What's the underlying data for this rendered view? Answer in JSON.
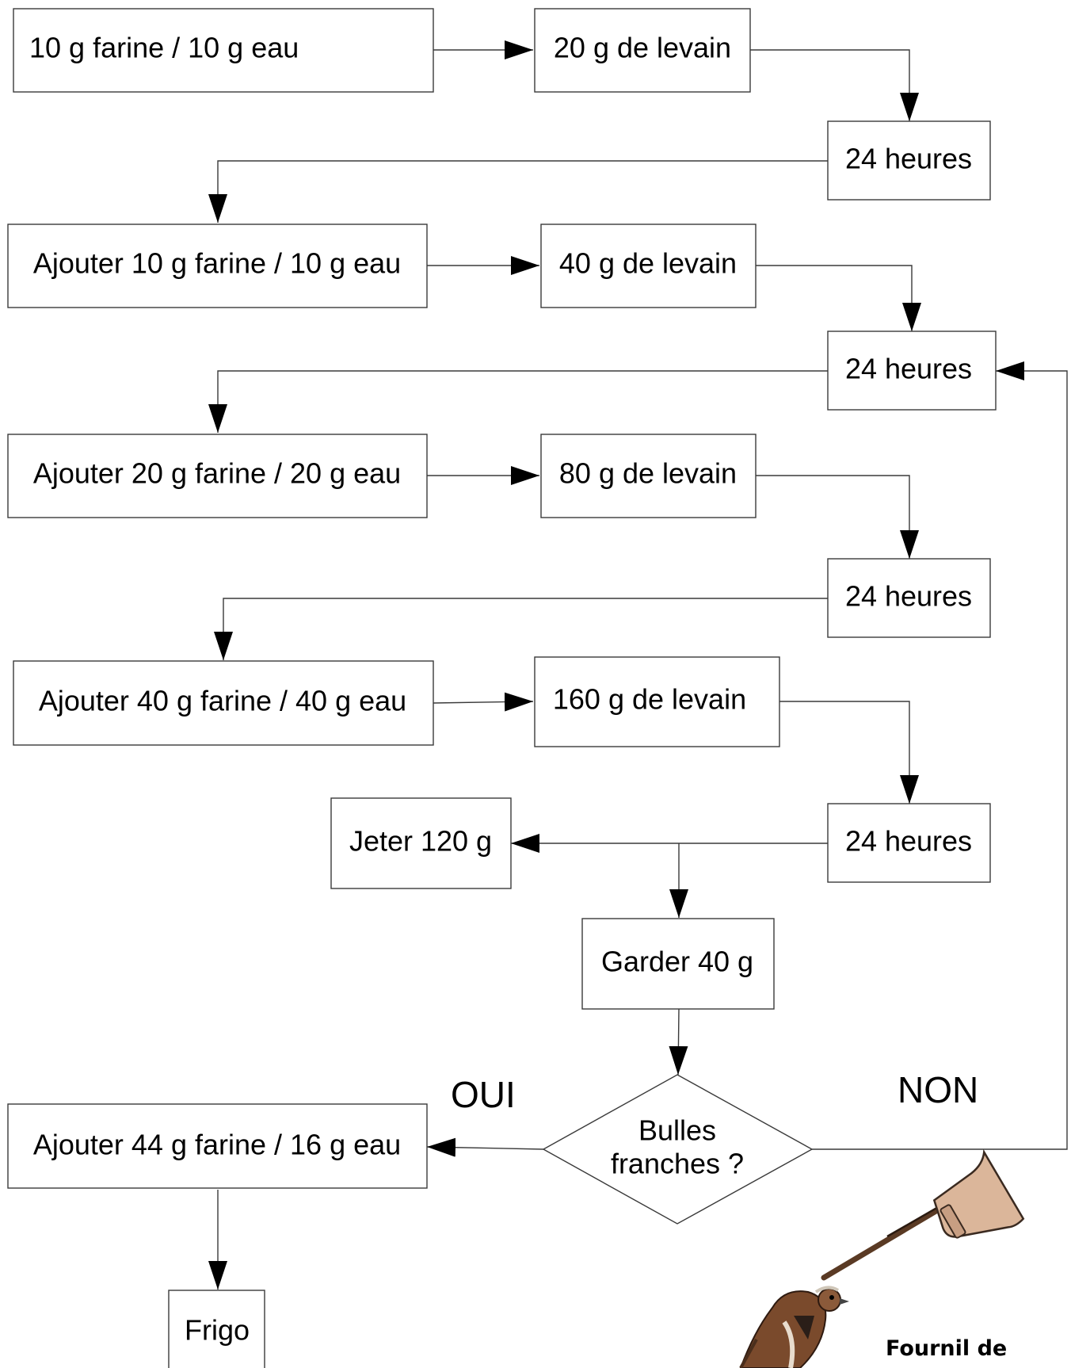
{
  "diagram": {
    "nodes": {
      "start": "10 g farine / 10 g eau",
      "levain20": "20 g de levain",
      "wait1": "24 heures",
      "add10": "Ajouter 10 g farine / 10 g eau",
      "levain40": "40 g de levain",
      "wait2": "24 heures",
      "add20": "Ajouter 20 g farine / 20 g eau",
      "levain80": "80 g de levain",
      "wait3": "24 heures",
      "add40": "Ajouter 40 g farine / 40 g eau",
      "levain160": "160 g de levain",
      "wait4": "24 heures",
      "discard": "Jeter 120 g",
      "keep": "Garder 40 g",
      "decision_line1": "Bulles",
      "decision_line2": "franches ?",
      "feed": "Ajouter 44 g farine / 16 g eau",
      "fridge": "Frigo"
    },
    "branch_labels": {
      "yes": "OUI",
      "no": "NON"
    }
  },
  "logo": {
    "text": "Fournil de",
    "icons": [
      "sparrow-icon",
      "bread-peel-icon"
    ]
  },
  "colors": {
    "line": "#3a3a3a",
    "peel": "#dbb69a",
    "bird_brown": "#7a4a2c"
  }
}
